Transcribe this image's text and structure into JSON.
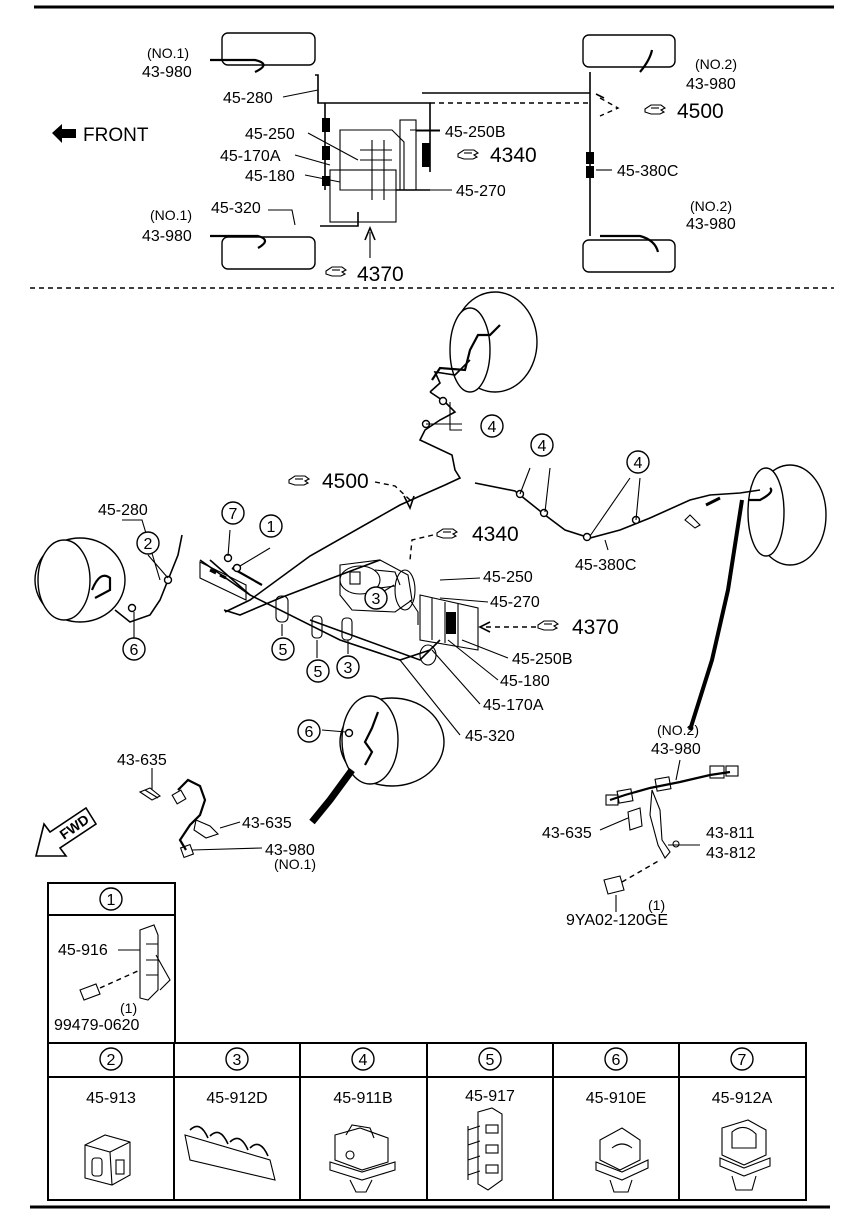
{
  "top_labels": {
    "l_no1_a": "(NO.1)",
    "l_43980_a": "43-980",
    "l_45280": "45-280",
    "l_front": "FRONT",
    "l_45250": "45-250",
    "l_45170a": "45-170A",
    "l_45180": "45-180",
    "l_no1_b": "(NO.1)",
    "l_45320": "45-320",
    "l_43980_b": "43-980",
    "l_4370": "4370",
    "l_45250b": "45-250B",
    "l_4340": "4340",
    "l_45270": "45-270",
    "l_no2_a": "(NO.2)",
    "l_43980_c": "43-980",
    "l_4500": "4500",
    "l_45380c": "45-380C",
    "l_no2_b": "(NO.2)",
    "l_43980_d": "43-980"
  },
  "main_labels": {
    "m_4500": "4500",
    "m_4340": "4340",
    "m_4370": "4370",
    "m_45280": "45-280",
    "m_45250": "45-250",
    "m_45270": "45-270",
    "m_45250b": "45-250B",
    "m_45180": "45-180",
    "m_45170a": "45-170A",
    "m_45320": "45-320",
    "m_45380c": "45-380C",
    "m_43635_a": "43-635",
    "m_43635_b": "43-635",
    "m_43980_no1": "43-980",
    "m_no1": "(NO.1)",
    "m_no2": "(NO.2)",
    "m_43980_no2": "43-980",
    "m_43635_c": "43-635",
    "m_43811": "43-811",
    "m_43812": "43-812",
    "m_qty1": "(1)",
    "m_9ya02": "9YA02-120GE",
    "m_fwd": "FWD"
  },
  "callouts": {
    "c1": "1",
    "c2": "2",
    "c3a": "3",
    "c3b": "3",
    "c4a": "4",
    "c4b": "4",
    "c4c": "4",
    "c5a": "5",
    "c5b": "5",
    "c6a": "6",
    "c6b": "6",
    "c7": "7"
  },
  "detail_box_1": {
    "number": "1",
    "part": "45-916",
    "bolt": "99479-0620",
    "qty": "(1)"
  },
  "clip_table": [
    {
      "number": "2",
      "part": "45-913"
    },
    {
      "number": "3",
      "part": "45-912D"
    },
    {
      "number": "4",
      "part": "45-911B"
    },
    {
      "number": "5",
      "part": "45-917"
    },
    {
      "number": "6",
      "part": "45-910E"
    },
    {
      "number": "7",
      "part": "45-912A"
    }
  ]
}
